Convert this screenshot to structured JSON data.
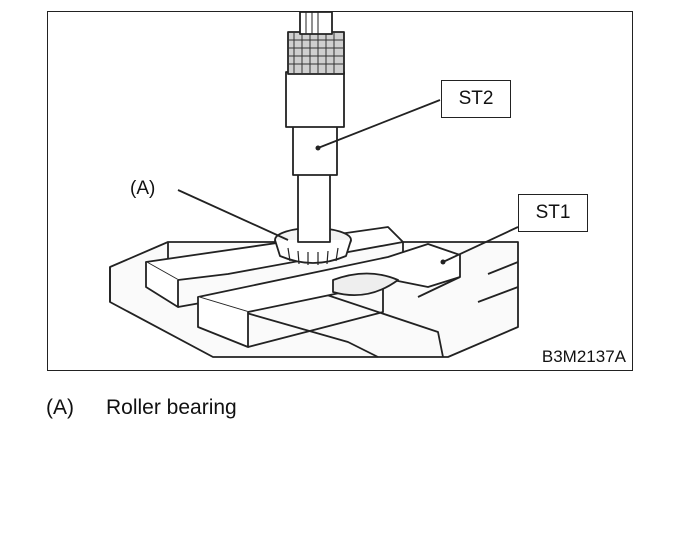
{
  "figure": {
    "callouts": {
      "a": "(A)",
      "st1": "ST1",
      "st2": "ST2"
    },
    "figure_id": "B3M2137A"
  },
  "legend": [
    {
      "key": "(A)",
      "text": "Roller bearing"
    }
  ]
}
